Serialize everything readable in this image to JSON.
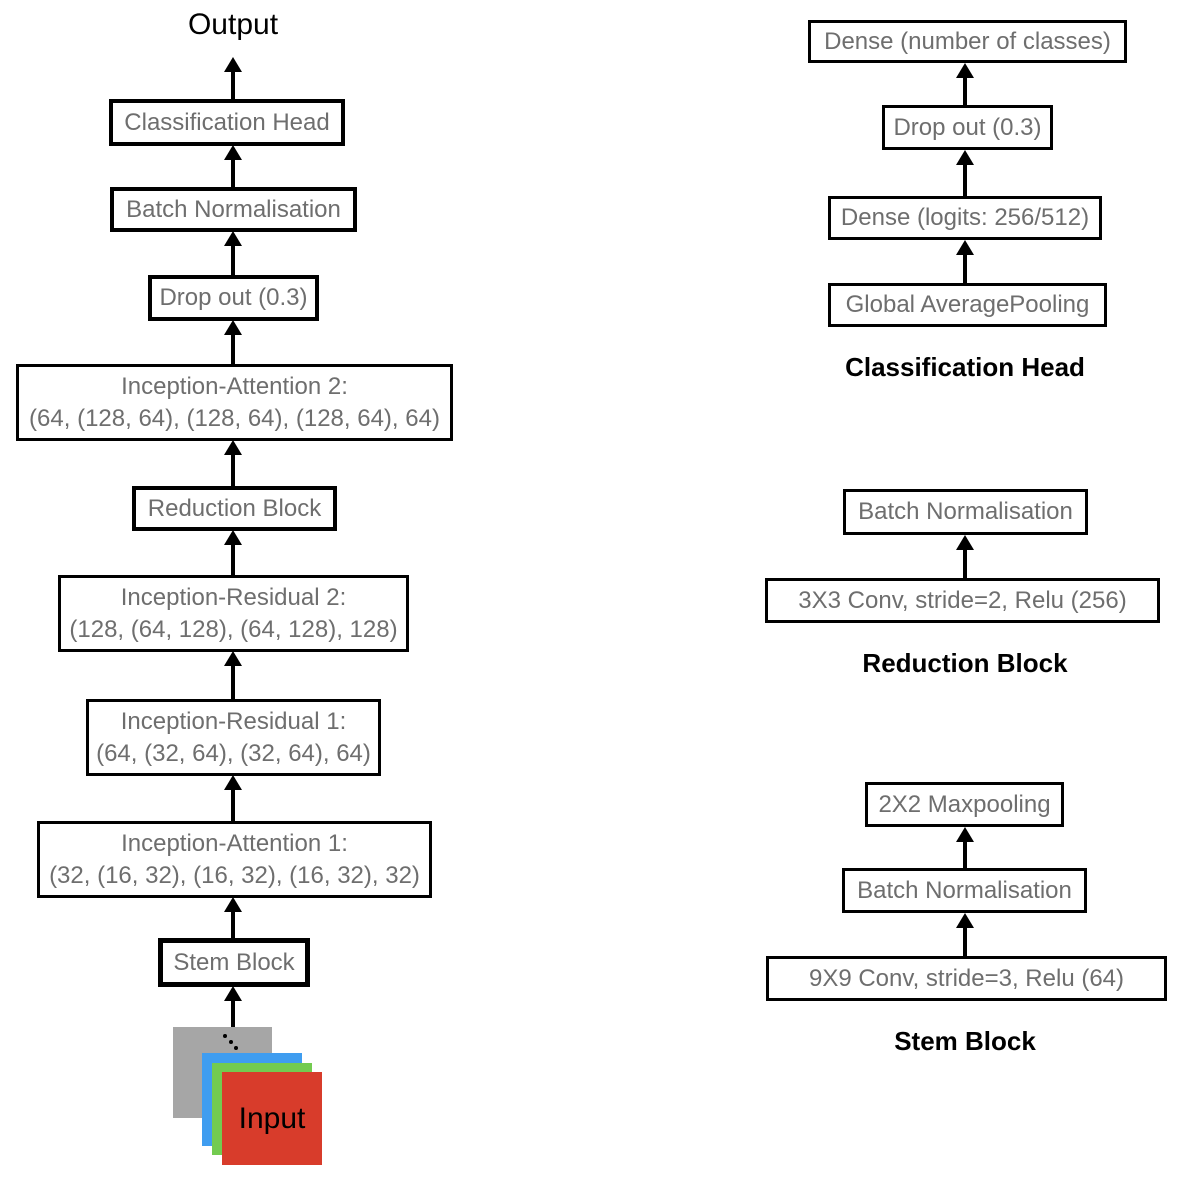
{
  "diagram": {
    "main": {
      "output_label": "Output",
      "classification_head": "Classification Head",
      "batch_normalisation": "Batch Normalisation",
      "drop_out": "Drop out (0.3)",
      "inception_attention_2": {
        "title": "Inception-Attention 2:",
        "params": "(64, (128, 64), (128, 64), (128, 64), 64)"
      },
      "reduction_block": "Reduction Block",
      "inception_residual_2": {
        "title": "Inception-Residual 2:",
        "params": "(128, (64, 128), (64, 128), 128)"
      },
      "inception_residual_1": {
        "title": "Inception-Residual 1:",
        "params": "(64, (32, 64), (32, 64), 64)"
      },
      "inception_attention_1": {
        "title": "Inception-Attention 1:",
        "params": "(32, (16, 32), (16, 32), (16, 32), 32)"
      },
      "stem_block": "Stem Block",
      "input": {
        "label": "Input",
        "colors": {
          "gray": "#a6a6a6",
          "blue": "#3f9df0",
          "green": "#73cb50",
          "red": "#d83c2b"
        }
      }
    },
    "classification_head_detail": {
      "dense_classes": "Dense (number of classes)",
      "drop_out": "Drop out (0.3)",
      "dense_logits": "Dense (logits: 256/512)",
      "global_average_pooling": "Global AveragePooling",
      "caption": "Classification Head"
    },
    "reduction_block_detail": {
      "batch_normalisation": "Batch Normalisation",
      "conv": "3X3 Conv, stride=2, Relu (256)",
      "caption": "Reduction Block"
    },
    "stem_block_detail": {
      "maxpooling": "2X2 Maxpooling",
      "batch_normalisation": "Batch Normalisation",
      "conv": "9X9 Conv, stride=3, Relu (64)",
      "caption": "Stem Block"
    },
    "colors": {
      "box_border": "#000000",
      "box_text": "#6e6e6e",
      "caption_text": "#000000",
      "arrow": "#000000"
    }
  }
}
